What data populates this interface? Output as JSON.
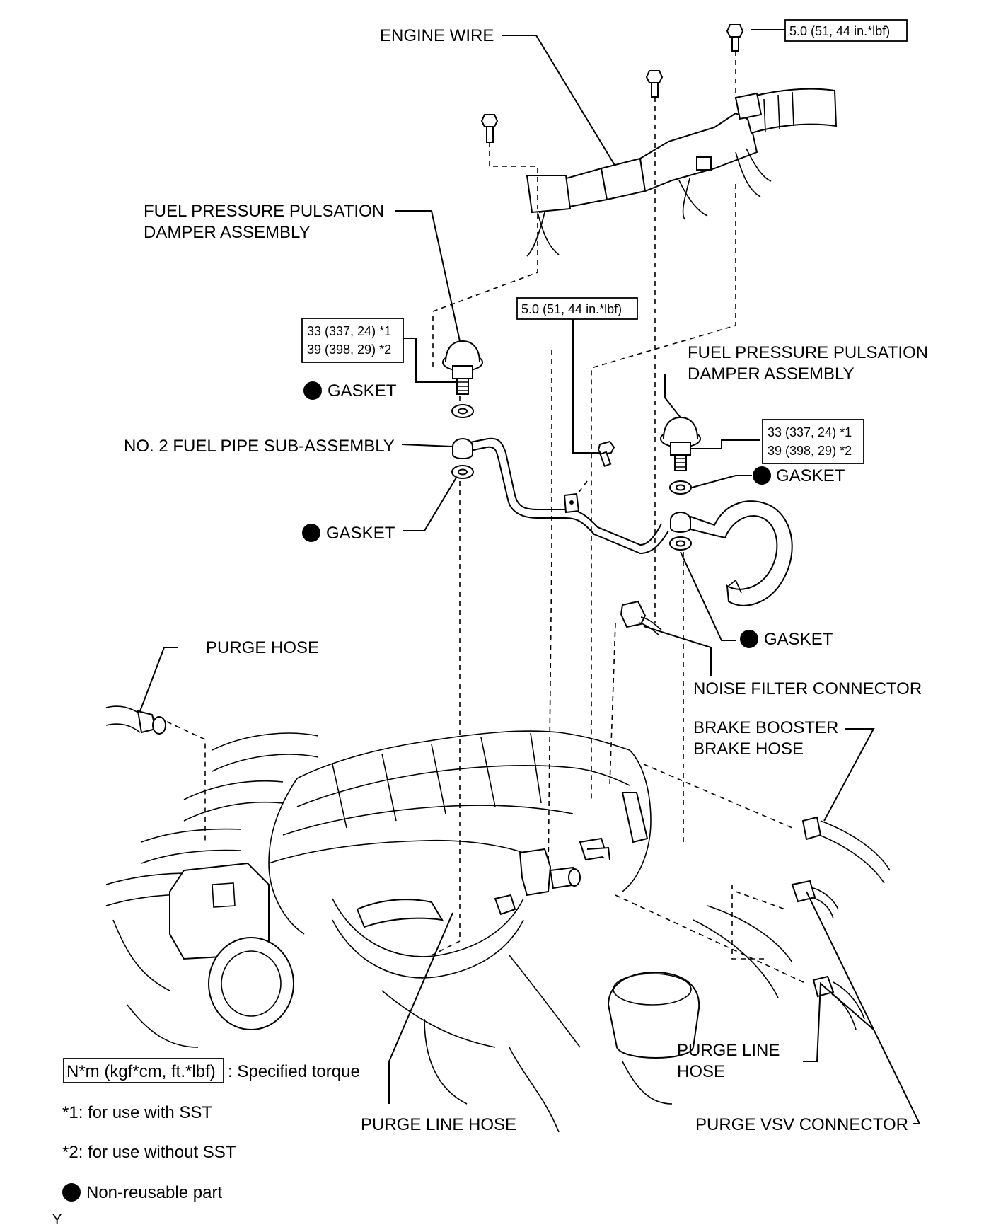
{
  "labels": {
    "engine_wire": "ENGINE WIRE",
    "damper_left_1": "FUEL PRESSURE PULSATION",
    "damper_left_2": "DAMPER ASSEMBLY",
    "damper_right_1": "FUEL PRESSURE PULSATION",
    "damper_right_2": "DAMPER ASSEMBLY",
    "gasket": "GASKET",
    "no2_fuel_pipe": "NO. 2 FUEL PIPE SUB-ASSEMBLY",
    "purge_hose": "PURGE HOSE",
    "noise_filter_connector": "NOISE FILTER CONNECTOR",
    "brake_booster_1": "BRAKE BOOSTER",
    "brake_booster_2": "BRAKE HOSE",
    "purge_line_hose_right_1": "PURGE LINE",
    "purge_line_hose_right_2": "HOSE",
    "purge_line_hose_bottom": "PURGE LINE HOSE",
    "purge_vsv_connector": "PURGE VSV CONNECTOR"
  },
  "torque": {
    "top_bolt": "5.0 (51, 44 in.*lbf)",
    "pipe_bolt": "5.0 (51, 44 in.*lbf)",
    "damper_left_line1": "33 (337, 24) *1",
    "damper_left_line2": "39 (398, 29) *2",
    "damper_right_line1": "33 (337, 24) *1",
    "damper_right_line2": "39 (398, 29) *2"
  },
  "legend": {
    "torque_unit": "N*m (kgf*cm, ft.*lbf)",
    "torque_desc": ": Specified torque",
    "note1": "*1: for use with SST",
    "note2": "*2: for use without SST",
    "non_reusable": "Non-reusable part"
  },
  "figure_code": "Y"
}
